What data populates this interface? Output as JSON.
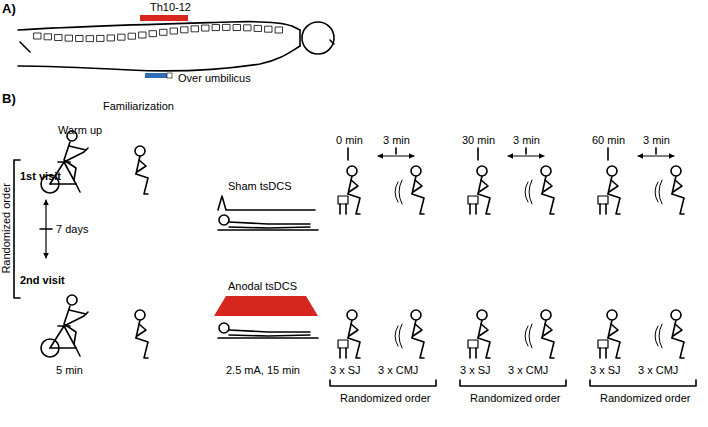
{
  "diagram": {
    "labels": [
      "A)",
      "Th10-12",
      "Over umbilicus",
      "B)",
      "Familiarization",
      "Warm up",
      "1st visit",
      "Sham tsDCS",
      "0 min",
      "3 min",
      "30 min",
      "3 min",
      "60 min",
      "3 min",
      "Randomized order",
      "7 days",
      "2nd visit",
      "Anodal tsDCS",
      "5 min",
      "2.5 mA, 15 min",
      "3 x SJ",
      "3 x CMJ",
      "3 x SJ",
      "3 x CMJ",
      "3 x SJ",
      "3 x CMJ",
      "Randomized order",
      "Randomized order",
      "Randomized order"
    ]
  }
}
